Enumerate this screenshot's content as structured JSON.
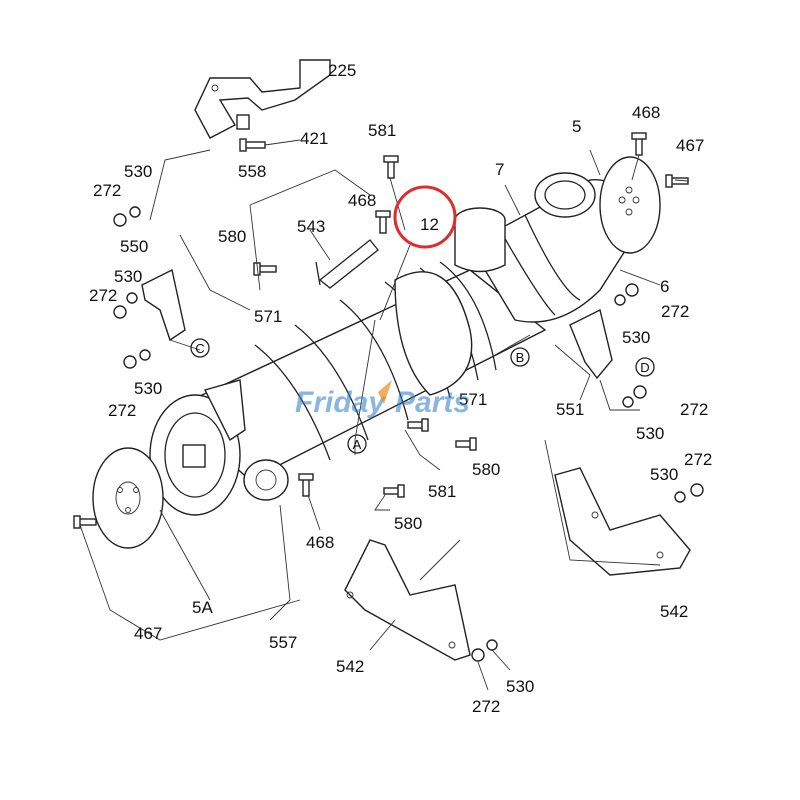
{
  "watermark": {
    "part1": "Friday",
    "part2": "Parts",
    "color": "#2a78c9",
    "accent": "#f08a1c"
  },
  "highlight": {
    "label": "12",
    "color": "#e02b2b"
  },
  "labels": {
    "p225": "225",
    "p421": "421",
    "p581a": "581",
    "p468a": "468",
    "p467a": "467",
    "p5": "5",
    "p7": "7",
    "p530a": "530",
    "p272a": "272",
    "p558": "558",
    "p468b": "468",
    "p543": "543",
    "p580a": "580",
    "p550": "550",
    "p530b": "530",
    "p272b": "272",
    "p6": "6",
    "p272c": "272",
    "p530c": "530",
    "p571a": "571",
    "p571b": "571",
    "p530d": "530",
    "p272d": "272",
    "p551": "551",
    "p272e": "272",
    "p530e": "530",
    "p580b": "580",
    "p581b": "581",
    "p530f": "530",
    "p272f": "272",
    "p580c": "580",
    "p468c": "468",
    "p542a": "542",
    "p5A": "5A",
    "p467b": "467",
    "p557": "557",
    "p542b": "542",
    "p530g": "530",
    "p272g": "272"
  },
  "circle_markers": {
    "A": "A",
    "B": "B",
    "C": "C",
    "D": "D"
  }
}
